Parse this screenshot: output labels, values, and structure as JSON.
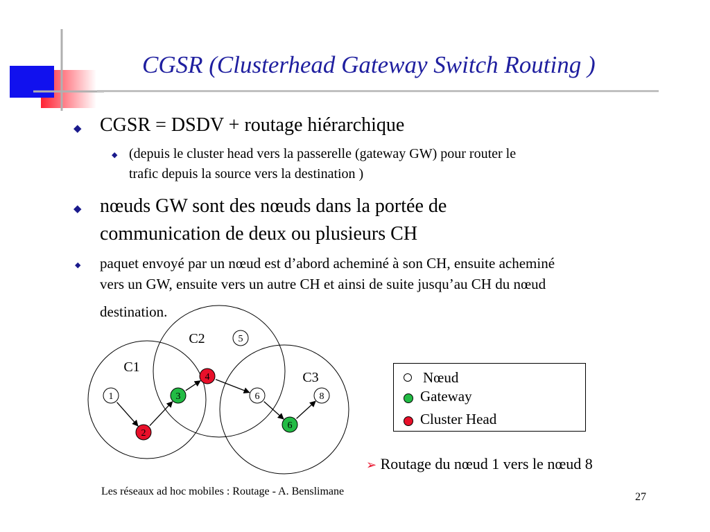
{
  "slide": {
    "title": "CGSR (Clusterhead Gateway Switch Routing )",
    "bullets": [
      {
        "text": "CGSR = DSDV + routage hiérarchique"
      },
      {
        "line1": "(depuis le cluster head vers la passerelle (gateway GW) pour router le",
        "line2": "trafic depuis la source vers la destination )"
      },
      {
        "line1": "nœuds GW sont des nœuds dans la portée de",
        "line2": "communication de deux ou plusieurs CH"
      },
      {
        "line1": "paquet envoyé par un nœud est d’abord acheminé à son CH, ensuite acheminé",
        "line2": "vers un GW, ensuite vers un autre CH et ainsi de suite jusqu’au CH du nœud",
        "line3": "destination."
      }
    ],
    "route_caption": "Routage du nœud 1 vers le nœud 8",
    "footer": "Les réseaux ad hoc mobiles : Routage     -   A. Benslimane",
    "page_number": "27"
  },
  "diagram": {
    "clusters": [
      {
        "label": "C1"
      },
      {
        "label": "C2"
      },
      {
        "label": "C3"
      }
    ],
    "nodes": [
      {
        "id": "n1",
        "label": "1",
        "role": "node"
      },
      {
        "id": "n2",
        "label": "2",
        "role": "cluster-head"
      },
      {
        "id": "n3",
        "label": "3",
        "role": "gateway"
      },
      {
        "id": "n4",
        "label": "4",
        "role": "cluster-head"
      },
      {
        "id": "n5",
        "label": "5",
        "role": "node"
      },
      {
        "id": "n6a",
        "label": "6",
        "role": "node"
      },
      {
        "id": "n6b",
        "label": "6",
        "role": "gateway"
      },
      {
        "id": "n8",
        "label": "8",
        "role": "node"
      }
    ],
    "edges": [
      {
        "from": "n1",
        "to": "n2"
      },
      {
        "from": "n2",
        "to": "n3"
      },
      {
        "from": "n3",
        "to": "n4"
      },
      {
        "from": "n4",
        "to": "n6a"
      },
      {
        "from": "n6a",
        "to": "n6b"
      },
      {
        "from": "n6b",
        "to": "n8"
      }
    ],
    "legend": [
      {
        "label": "Nœud",
        "color": "#ffffff"
      },
      {
        "label": "Gateway",
        "color": "#22bb44"
      },
      {
        "label": "Cluster Head",
        "color": "#e8102a"
      }
    ],
    "colors": {
      "node": "#ffffff",
      "gateway": "#22bb44",
      "cluster-head": "#e8102a",
      "title": "#1f1f9f",
      "bullet": "#1a1a8c",
      "deco_blue": "#1111ee",
      "deco_red": "#ff2233",
      "route_arrow": "#e8102a"
    }
  }
}
